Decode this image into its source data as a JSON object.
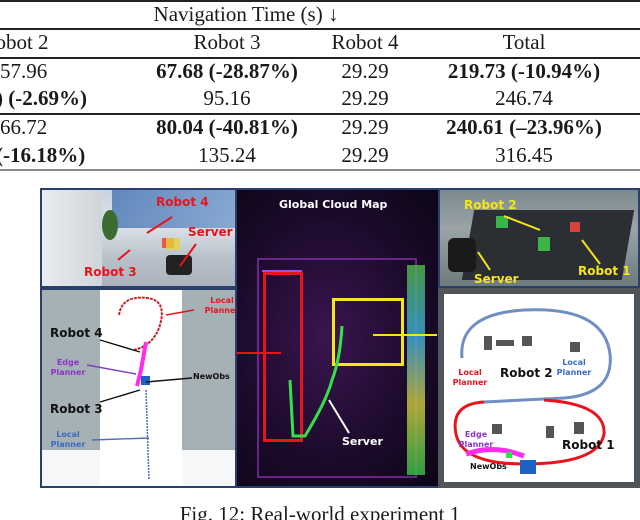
{
  "table": {
    "group_header": "Navigation Time (s) ↓",
    "columns": [
      "obot 2",
      "Robot 3",
      "Robot 4",
      "Total"
    ],
    "rows": [
      {
        "c2": "57.96",
        "c3": "67.68 (-28.87%)",
        "c3_bold": true,
        "c4": "29.29",
        "c5": "219.73 (-10.94%)",
        "c5_bold": true
      },
      {
        "c2": ") (-2.69%)",
        "c2_bold": true,
        "c3": "95.16",
        "c4": "29.29",
        "c5": "246.74"
      },
      {
        "c2": "66.72",
        "c3": "80.04 (-40.81%)",
        "c3_bold": true,
        "c4": "29.29",
        "c5": "240.61 (–23.96%)",
        "c5_bold": true
      },
      {
        "c2": " (-16.18%)",
        "c2_bold": true,
        "c3": "135.24",
        "c4": "29.29",
        "c5": "316.45"
      }
    ]
  },
  "figure": {
    "photo_corridor": {
      "labels": [
        "Robot 4",
        "Server",
        "Robot 3"
      ]
    },
    "map_corridor": {
      "labels": [
        "Local Planner",
        "Robot 4",
        "Edge Planner",
        "NewObs",
        "Robot 3",
        "Local Planner"
      ]
    },
    "global_map": {
      "title": "Global Cloud Map",
      "label": "Server"
    },
    "photo_arena": {
      "labels": [
        "Robot 2",
        "Server",
        "Robot 1"
      ]
    },
    "map_arena": {
      "labels": [
        "Local Planner",
        "Robot 2",
        "Local Planner",
        "Edge Planner",
        "Robot 1",
        "NewObs"
      ]
    },
    "colors": {
      "red": "#e8141c",
      "yellow": "#f5e61a",
      "blue": "#2f6fd0",
      "purple": "#8a35c8",
      "magenta": "#ff2cf0",
      "green": "#35e04a",
      "frame": "#2a3f6a"
    }
  },
  "caption": "Fig. 12: Real-world experiment 1"
}
